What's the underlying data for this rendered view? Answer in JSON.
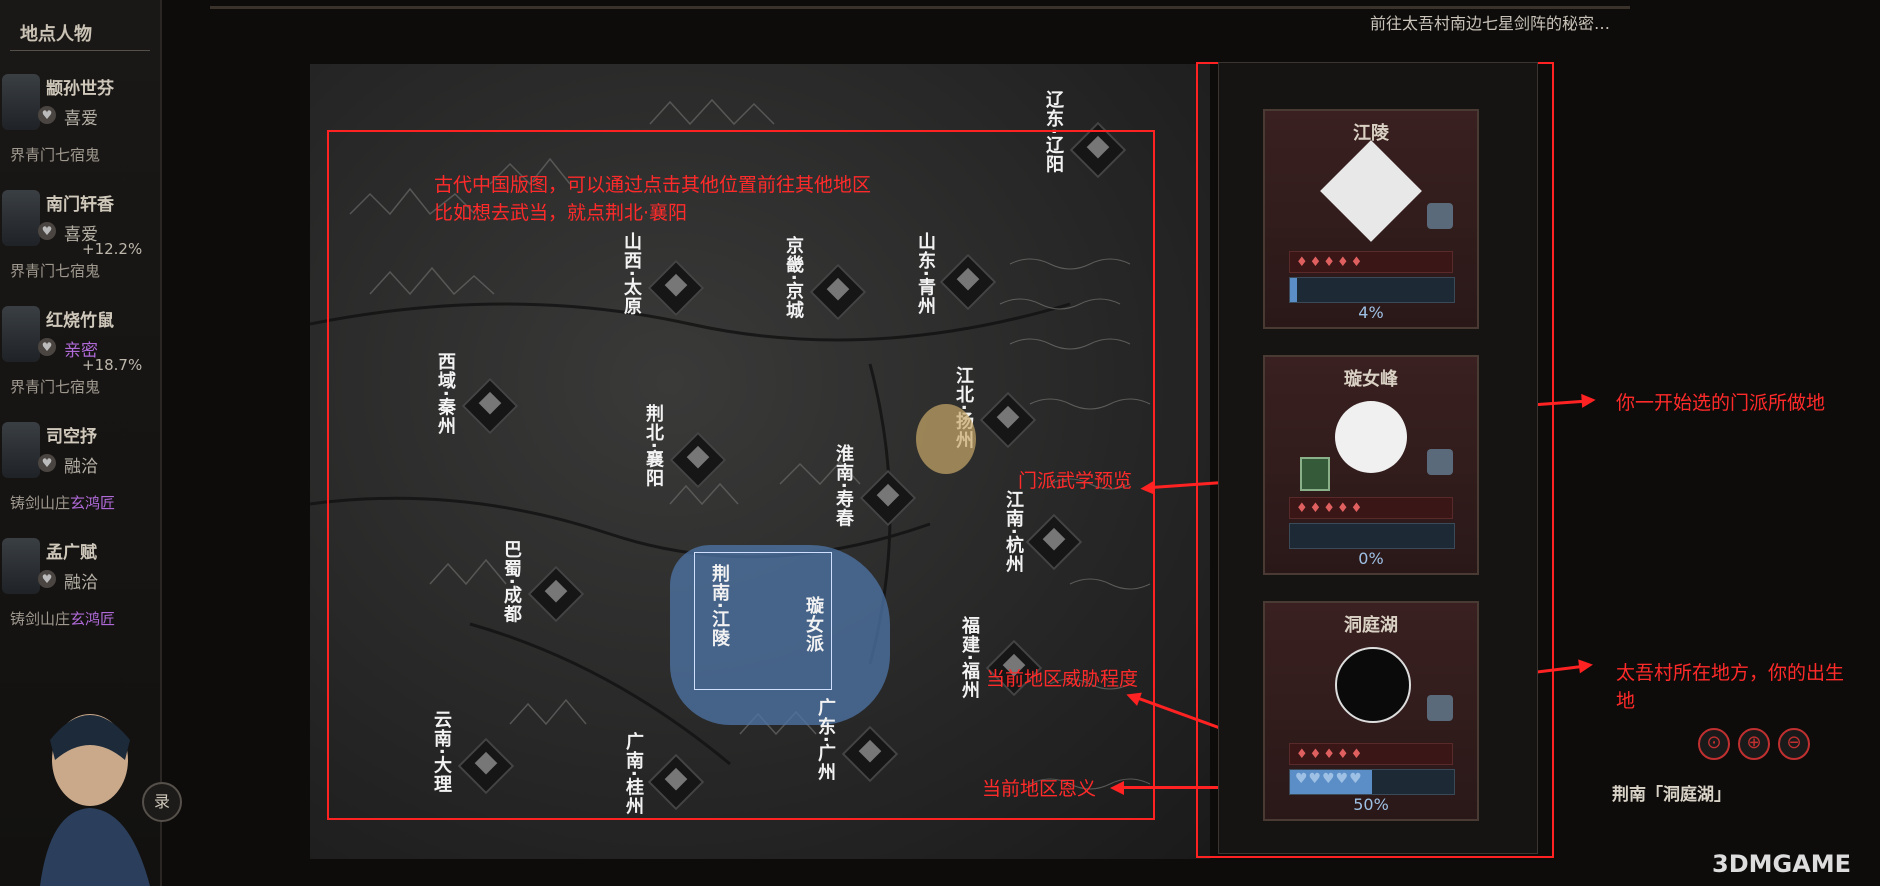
{
  "left_panel": {
    "title": "地点人物",
    "characters": [
      {
        "name": "颛孙世芬",
        "relation": "喜爱",
        "sect": "界青门七宿鬼",
        "change": ""
      },
      {
        "name": "南门轩香",
        "relation": "喜爱",
        "sect": "界青门七宿鬼",
        "change": "+12.2%"
      },
      {
        "name": "红烧竹鼠",
        "relation": "亲密",
        "sect": "界青门七宿鬼",
        "change": "+18.7%"
      },
      {
        "name": "司空抒",
        "relation": "融洽",
        "sect_prefix": "铸剑山庄",
        "sect_highlight": "玄鸿匠",
        "change": ""
      },
      {
        "name": "孟广赋",
        "relation": "融洽",
        "sect_prefix": "铸剑山庄",
        "sect_highlight": "玄鸿匠",
        "change": ""
      }
    ],
    "record_button": "录"
  },
  "map": {
    "regions": [
      {
        "label": "辽东·辽阳"
      },
      {
        "label": "山西·太原"
      },
      {
        "label": "京畿·京城"
      },
      {
        "label": "山东·青州"
      },
      {
        "label": "西域·秦州"
      },
      {
        "label": "江北·扬州"
      },
      {
        "label": "荆北·襄阳"
      },
      {
        "label": "淮南·寿春"
      },
      {
        "label": "江南·杭州"
      },
      {
        "label": "巴蜀·成都"
      },
      {
        "label": "荆南·江陵"
      },
      {
        "label": "璇女派"
      },
      {
        "label": "福建·福州"
      },
      {
        "label": "云南·大理"
      },
      {
        "label": "广南·桂州"
      },
      {
        "label": "广东·广州"
      }
    ]
  },
  "annotations": {
    "map_note_line1": "古代中国版图，可以通过点击其他位置前往其他地区",
    "map_note_line2": "比如想去武当，就点荆北·襄阳",
    "sect_origin": "你一开始选的门派所做地",
    "sect_martial": "门派武学预览",
    "threat": "当前地区威胁程度",
    "righteousness": "当前地区恩义",
    "birthplace_line1": "太吾村所在地方，你的出生",
    "birthplace_line2": "地"
  },
  "right_panel": {
    "cards": [
      {
        "title": "江陵",
        "threat": "♦♦♦♦♦",
        "progress": 4,
        "progress_label": "4%",
        "hearts": ""
      },
      {
        "title": "璇女峰",
        "threat": "♦♦♦♦♦",
        "progress": 0,
        "progress_label": "0%",
        "hearts": ""
      },
      {
        "title": "洞庭湖",
        "threat": "♦♦♦♦♦",
        "progress": 50,
        "progress_label": "50%",
        "hearts": "♥♥♥♥♥"
      }
    ]
  },
  "game_ui": {
    "top_hint": "前往太吾村南边七星剑阵的秘密…",
    "location_label": "荆南「洞庭湖」",
    "zoom_buttons": [
      "⊙",
      "⊕",
      "⊖"
    ],
    "watermark": "3DMGAME"
  },
  "colors": {
    "annotation_red": "#ff2222",
    "highlight_blue": "#4f76a8",
    "relation_purple": "#b06ad8"
  }
}
